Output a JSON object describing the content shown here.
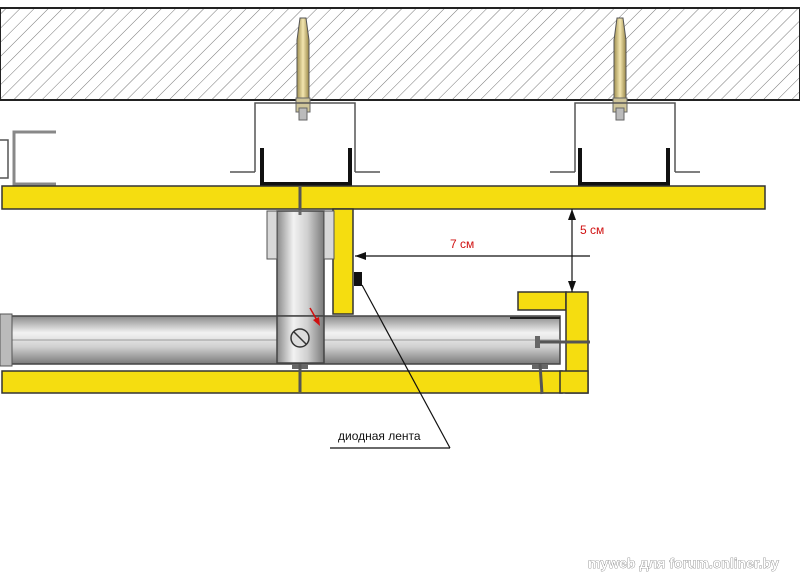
{
  "labels": {
    "dim_horizontal": "7 см",
    "dim_vertical": "5 см",
    "led_strip": "диодная лента",
    "watermark": "myweb для forum.onliner.by"
  },
  "colors": {
    "drywall_yellow": "#f5dd10",
    "outline": "#333333",
    "dimension_red": "#d01010",
    "hatch": "#666666"
  }
}
